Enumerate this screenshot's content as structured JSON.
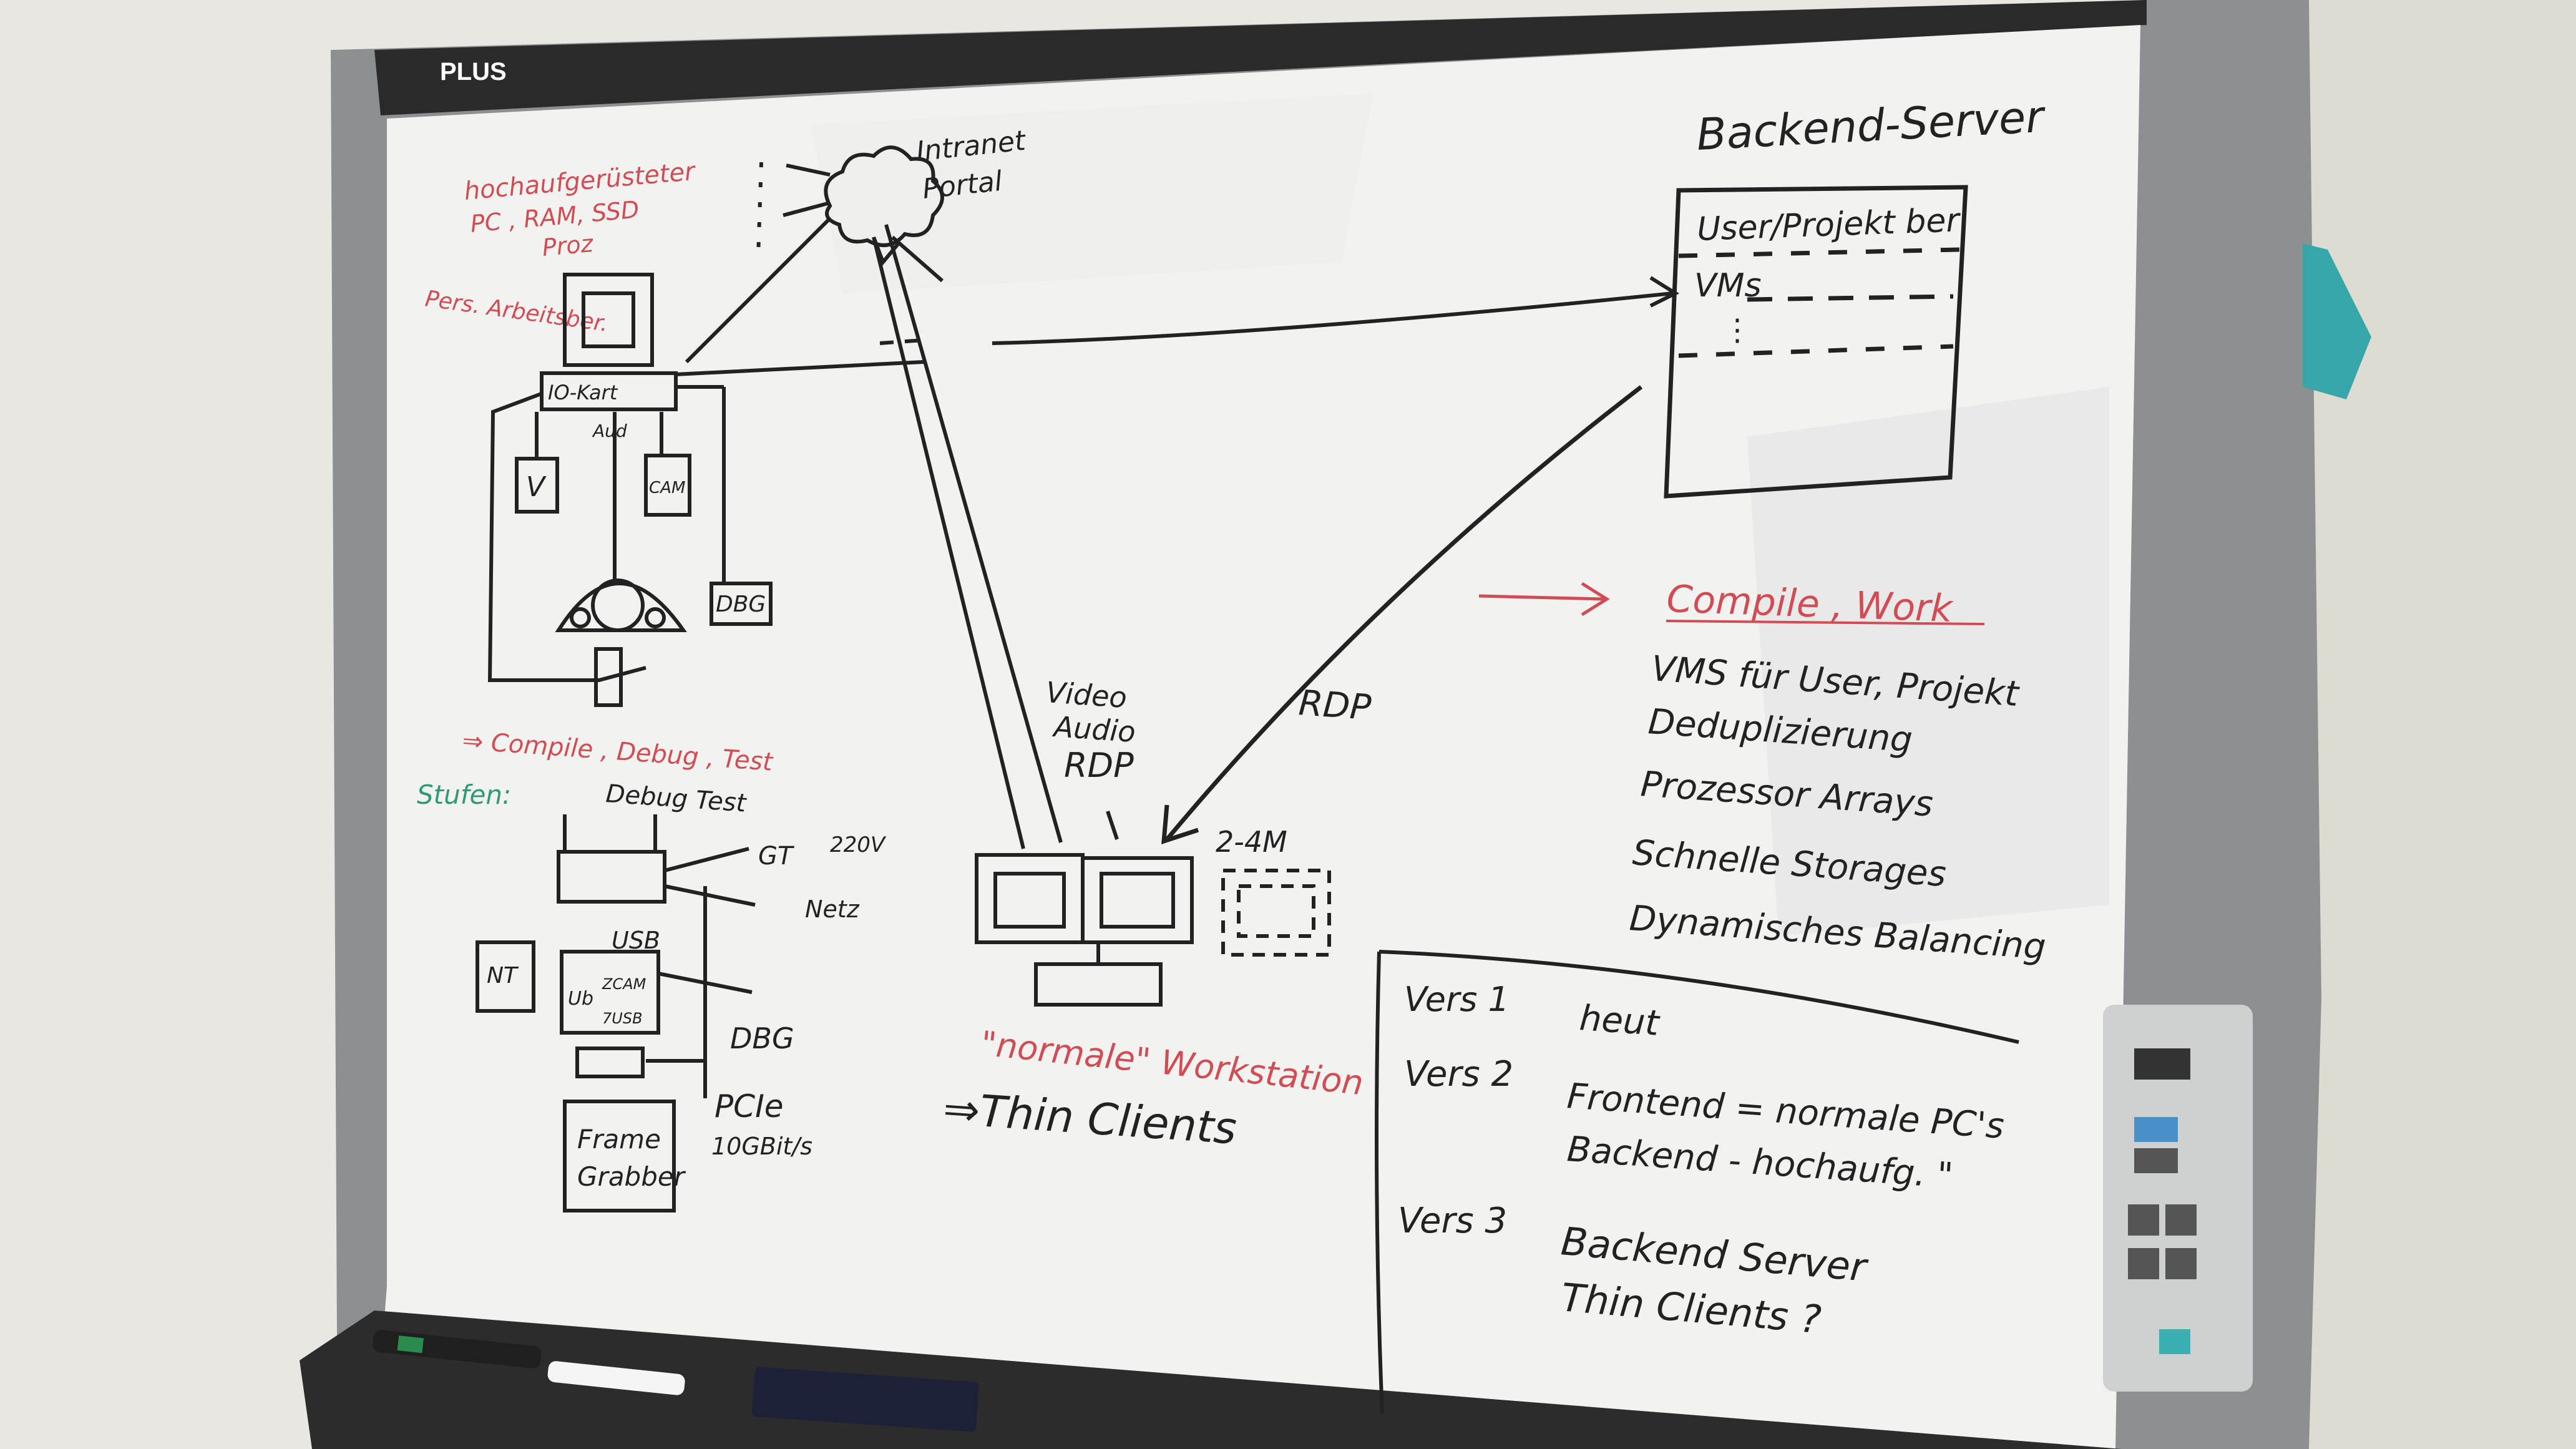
{
  "colors": {
    "wall": "#e9e7e1",
    "frame": "#8e8f91",
    "frame_top": "#2b2a2a",
    "board": "#f2f2f0",
    "ink_black": "#222222",
    "ink_red": "#d14d55",
    "ink_green": "#2e9a78",
    "tray": "#2c2c2c"
  },
  "brand": {
    "label": "PLUS"
  },
  "left_section": {
    "notes_red": [
      "hochaufgerüsteter",
      "PC , RAM, SSD",
      "Proz",
      "Pers. Arbeitsber."
    ],
    "io_card": "IO-Kart",
    "box_v": "V",
    "box_cam": "CAM",
    "aud": "Aud",
    "dbg_box": "DBG",
    "compile_line": "⇒ Compile , Debug , Test",
    "stufen": "Stufen:",
    "debug_test": "Debug  Test",
    "gt_label": "GT",
    "volt": "220V",
    "netz": "Netz",
    "usb": "USB",
    "nt": "NT",
    "stack_labels": [
      "Ub",
      "ZCAM",
      "7USB"
    ],
    "dbg2": "DBG",
    "pcie": "PCIe",
    "speed": "10GBit/s",
    "frame_grabber": [
      "Frame",
      "Grabber"
    ]
  },
  "cloud": {
    "label_line1": "Intranet",
    "label_line2": "Portal"
  },
  "center_section": {
    "video": "Video",
    "audio": "Audio",
    "rdp_small": "RDP",
    "range": "2-4M",
    "workstation": "\"normale\" Workstation",
    "thin_clients": "⇒Thin Clients",
    "rdp_right": "RDP"
  },
  "backend": {
    "title": "Backend-Server",
    "rows": [
      "User/Projekt ber",
      "VMs",
      "⋮"
    ]
  },
  "right_notes": {
    "heading": "Compile , Work",
    "bullets": [
      "VMS für User, Projekt",
      "Deduplizierung",
      "Prozessor Arrays",
      "Schnelle Storages",
      "Dynamisches Balancing"
    ]
  },
  "versions": [
    {
      "label": "Vers 1",
      "lines": [
        "heut"
      ]
    },
    {
      "label": "Vers 2",
      "lines": [
        "Frontend = normale PC's",
        "Backend - hochaufg. \""
      ]
    },
    {
      "label": "Vers 3",
      "lines": [
        "Backend Server",
        "Thin Clients ?"
      ]
    }
  ]
}
